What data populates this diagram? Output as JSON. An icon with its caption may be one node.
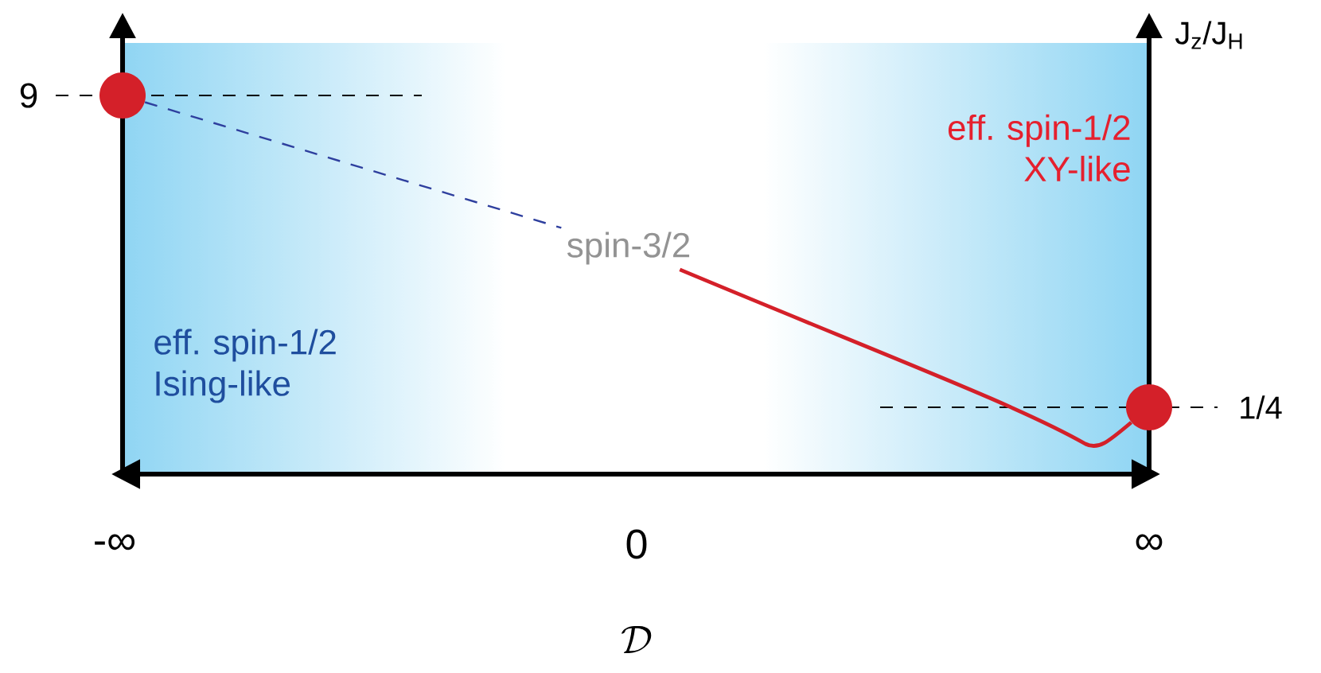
{
  "diagram": {
    "nodes": [
      {
        "text": [],
        "shape": "circle"
      },
      {
        "text": [
          "spin-3/2"
        ]
      },
      {
        "text": [],
        "shape": "circle"
      }
    ],
    "edges": [
      {
        "from": 0,
        "to": 1,
        "arrow": "none",
        "style": "dashed",
        "color": "#2e3f9e"
      },
      {
        "from": 1,
        "to": 2,
        "arrow": "none",
        "color": "#d42029"
      }
    ],
    "labels": [
      "J$_{z}$/J$_{H}$",
      "9",
      "eff. spin-1/2 XY-like",
      "eff. spin-1/2 Ising-like",
      "1/4",
      "-∞",
      "0",
      "∞",
      "\\mathcal{D}"
    ]
  }
}
